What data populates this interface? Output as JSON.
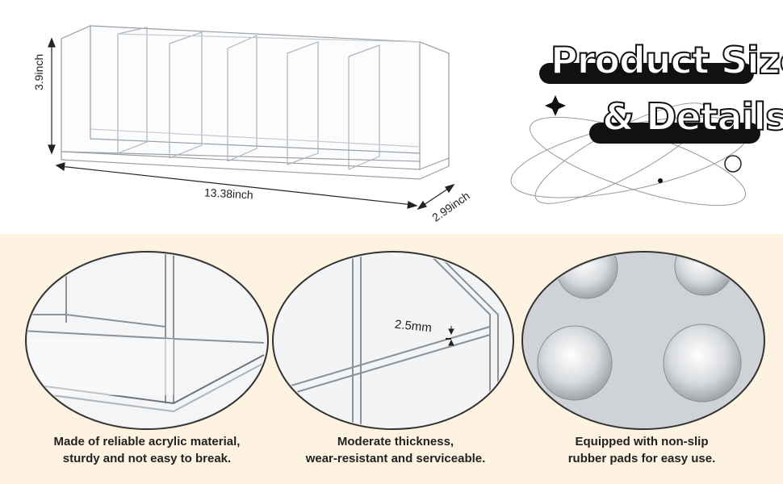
{
  "title": {
    "line1": "Product Size",
    "line2": "& Details"
  },
  "dimensions": {
    "height": "3.9inch",
    "length": "13.38inch",
    "depth": "2.99inch",
    "thickness": "2.5mm"
  },
  "features": [
    {
      "line1": "Made of reliable acrylic material,",
      "line2": "sturdy and not easy to break."
    },
    {
      "line1": "Moderate thickness,",
      "line2": "wear-resistant and serviceable."
    },
    {
      "line1": "Equipped with non-slip",
      "line2": "rubber pads for easy use."
    }
  ],
  "colors": {
    "top_background": "#ffffff",
    "bottom_background": "#fdf3e0",
    "title_fill": "#ffffff",
    "title_outline": "#111111",
    "text": "#222222"
  }
}
